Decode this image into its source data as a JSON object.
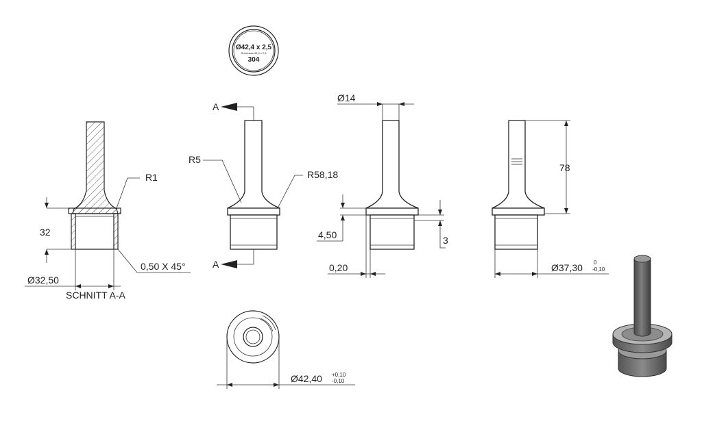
{
  "section_view": {
    "r1_label": "R1",
    "dim_height": "32",
    "dim_chamfer": "0,50 X 45°",
    "dim_diameter": "Ø32,50",
    "caption": "SCHNITT A-A"
  },
  "front_view": {
    "section_letter_top": "A",
    "section_letter_bottom": "A",
    "r5_label": "R5",
    "r58_label": "R58,18"
  },
  "top_view": {
    "line1": "Ø42,4 x 2,5",
    "line2": "Rohrmass 42,4 x 2,5",
    "line3": "304"
  },
  "side_view": {
    "dim_pin_diameter": "Ø14",
    "dim_450": "4,50",
    "dim_3": "3",
    "dim_020": "0,20"
  },
  "right_view": {
    "dim_height": "78",
    "dim_diameter": "Ø37,30",
    "tol_upper": "0",
    "tol_lower": "-0,10"
  },
  "bottom_view": {
    "dim_diameter": "Ø42,40",
    "tol_upper": "+0,10",
    "tol_lower": "-0,10"
  },
  "colors": {
    "line": "#222222",
    "render_body": "#6e6e6e",
    "render_light": "#b5b5b5"
  }
}
